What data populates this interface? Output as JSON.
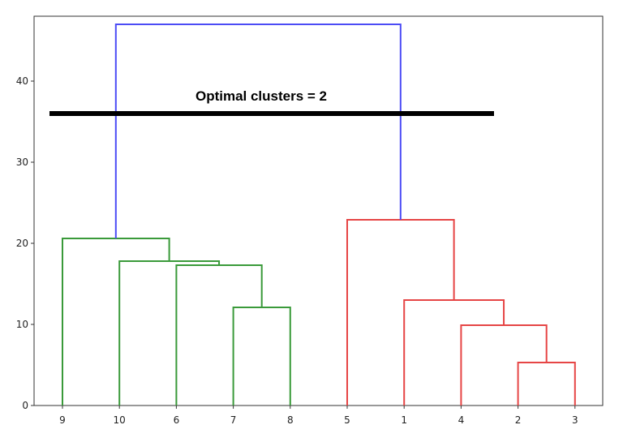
{
  "chart_data": {
    "type": "dendrogram",
    "leaves": [
      "9",
      "10",
      "6",
      "7",
      "8",
      "5",
      "1",
      "4",
      "2",
      "3"
    ],
    "ylim": [
      0,
      48
    ],
    "yticks": [
      0,
      10,
      20,
      30,
      40
    ],
    "ytick_labels": [
      "0",
      "10",
      "20",
      "30",
      "40"
    ],
    "merges": [
      {
        "left": "7",
        "right": "8",
        "height": 12.1,
        "color": "#3a9a3a"
      },
      {
        "left": "6",
        "right": "(7,8)",
        "height": 17.3,
        "color": "#3a9a3a"
      },
      {
        "left": "10",
        "right": "(6,7,8)",
        "height": 17.8,
        "color": "#3a9a3a"
      },
      {
        "left": "9",
        "right": "(10,6,7,8)",
        "height": 20.6,
        "color": "#3a9a3a"
      },
      {
        "left": "2",
        "right": "3",
        "height": 5.3,
        "color": "#e64545"
      },
      {
        "left": "4",
        "right": "(2,3)",
        "height": 9.9,
        "color": "#e64545"
      },
      {
        "left": "1",
        "right": "(4,2,3)",
        "height": 13.0,
        "color": "#e64545"
      },
      {
        "left": "5",
        "right": "(1,4,2,3)",
        "height": 22.9,
        "color": "#e64545"
      },
      {
        "left": "(9,10,6,7,8)",
        "right": "(5,1,4,2,3)",
        "height": 47.0,
        "color": "#4c4cf5"
      }
    ],
    "cut_line": {
      "y": 36,
      "color": "#000000"
    },
    "annotation": "Optimal clusters = 2",
    "grid": false
  }
}
